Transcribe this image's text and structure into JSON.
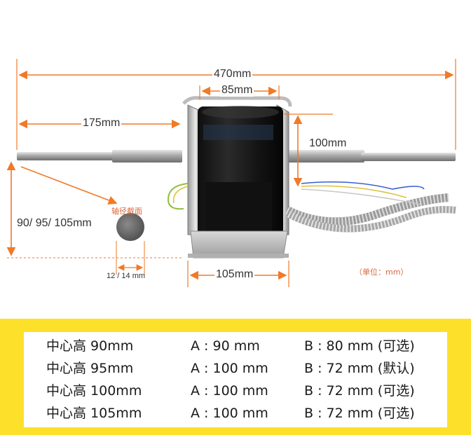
{
  "dimensions": {
    "total_length": "470mm",
    "body_width": "85mm",
    "shaft_left": "175mm",
    "body_height": "100mm",
    "center_height": "90/ 95/ 105mm",
    "base_width": "105mm",
    "shaft_diameter": "12 / 14 mm",
    "shaft_section_label": "轴径截面",
    "unit_note": "（单位：mm）"
  },
  "colors": {
    "dimension_line": "#f07a28",
    "band": "#fde02a",
    "motor_body": "#1b1b1b"
  },
  "specs": [
    {
      "height": "中心高 90mm",
      "a": "A : 90 mm",
      "b": "B : 80 mm (可选)"
    },
    {
      "height": "中心高 95mm",
      "a": "A : 100 mm",
      "b": "B : 72 mm (默认)"
    },
    {
      "height": "中心高 100mm",
      "a": "A : 100 mm",
      "b": "B : 72 mm (可选)"
    },
    {
      "height": "中心高 105mm",
      "a": "A : 100 mm",
      "b": "B : 72 mm (可选)"
    }
  ]
}
